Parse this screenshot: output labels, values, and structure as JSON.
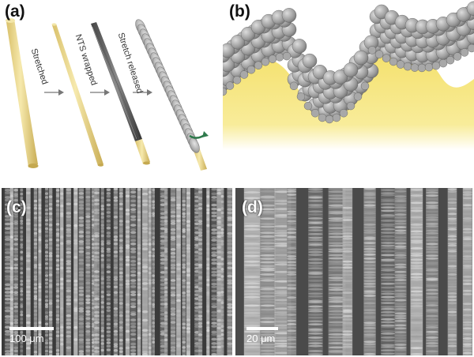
{
  "panels": {
    "a": {
      "label": "(a)",
      "steps": [
        "Stretched",
        "NTS wrapped",
        "Stretch released"
      ]
    },
    "b": {
      "label": "(b)"
    },
    "c": {
      "label": "(c)",
      "scalebar": "100 μm"
    },
    "d": {
      "label": "(d)",
      "scalebar": "20 μm"
    }
  },
  "colors": {
    "fiber": "#ecd98a",
    "sheath": "#9a9a9a",
    "arrow": "#777777",
    "sem_dark": "#2a2a2a",
    "sem_light": "#b8b8b8"
  }
}
